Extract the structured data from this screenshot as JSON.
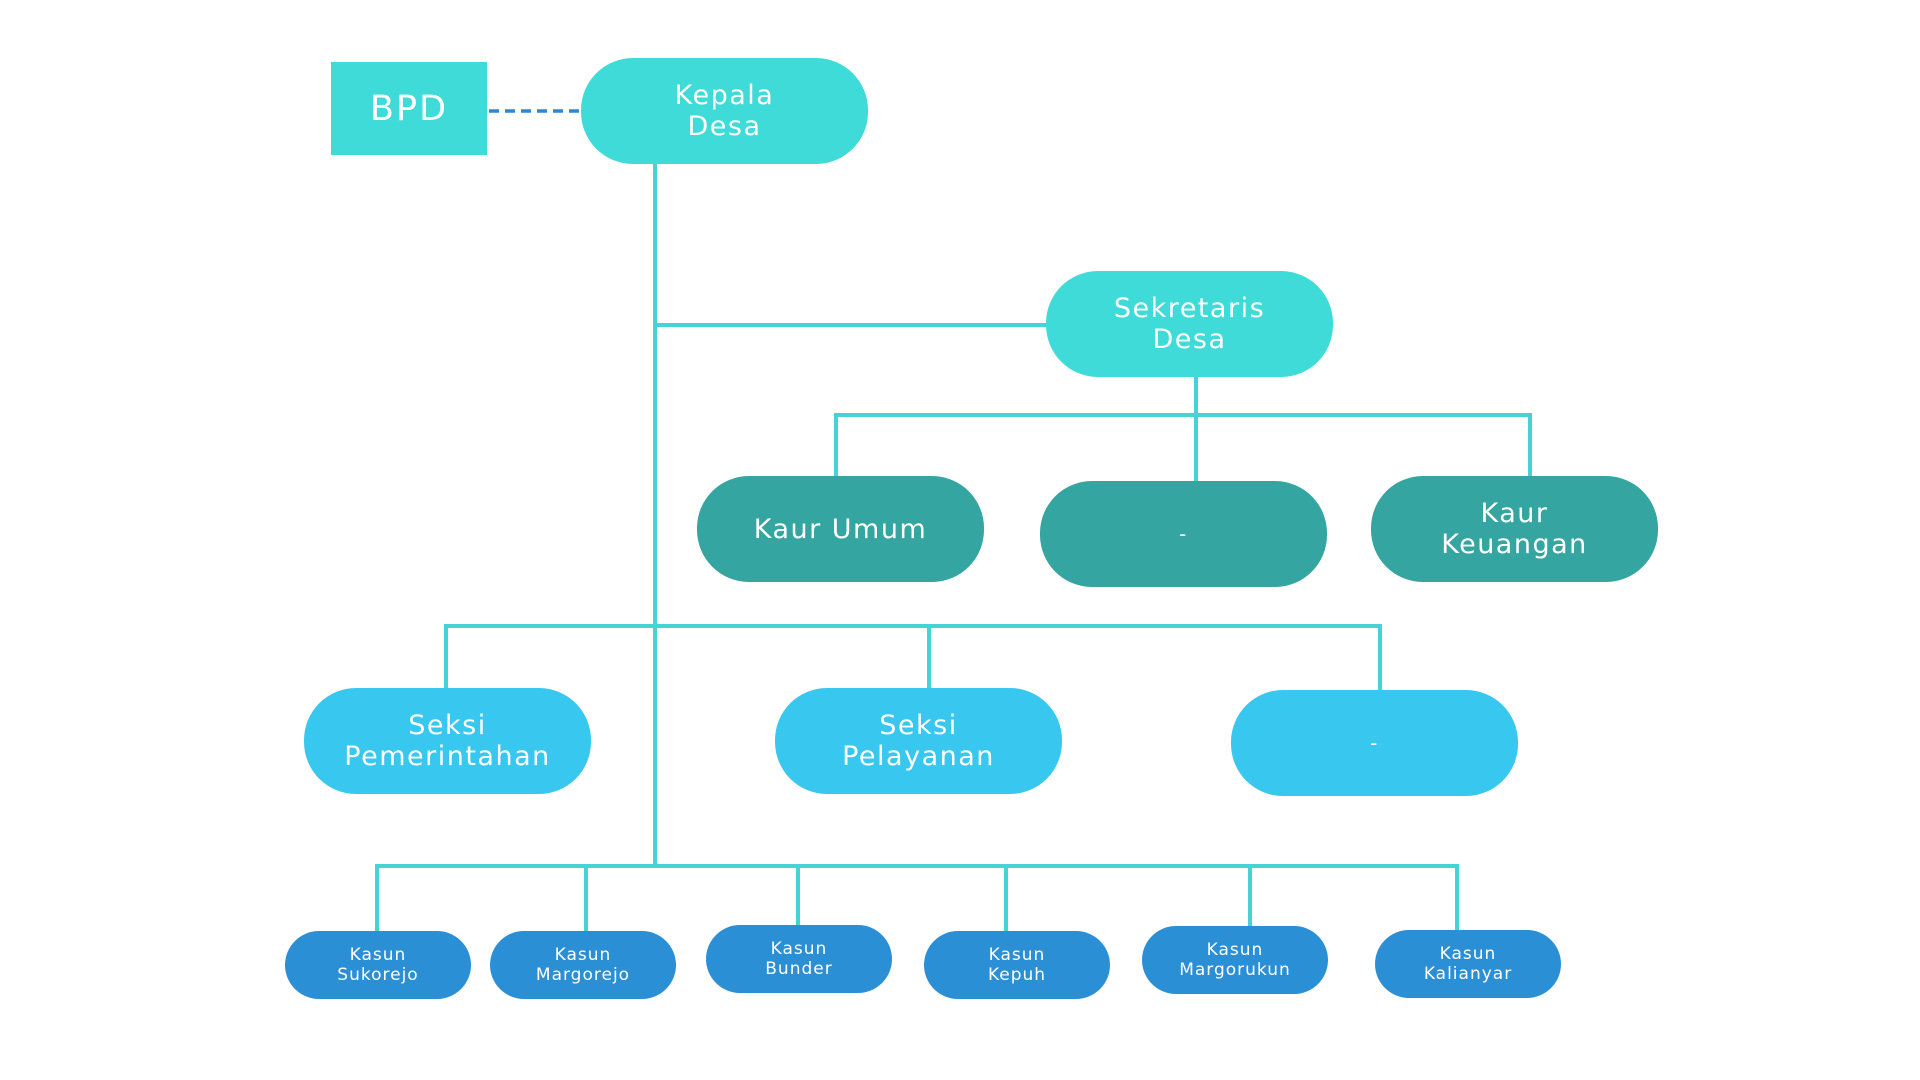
{
  "colors": {
    "connector": "#45d3d6",
    "dashed_link": "#2f86d2",
    "bpd": "#3fdbd8",
    "kepala_desa": "#3fdbd8",
    "sekretaris": "#3fdbd8",
    "kaur": "#34a5a0",
    "seksi": "#38c7ee",
    "kasun": "#2b8fd6"
  },
  "org": {
    "bpd": "BPD",
    "kepala_desa": "Kepala\nDesa",
    "sekretaris": "Sekretaris\nDesa",
    "kaur": [
      "Kaur Umum",
      "-",
      "Kaur\nKeuangan"
    ],
    "seksi": [
      "Seksi\nPemerintahan",
      "Seksi\nPelayanan",
      "-"
    ],
    "kasun": [
      "Kasun\nSukorejo",
      "Kasun\nMargorejo",
      "Kasun\nBunder",
      "Kasun\nKepuh",
      "Kasun\nMargorukun",
      "Kasun\nKalianyar"
    ]
  }
}
